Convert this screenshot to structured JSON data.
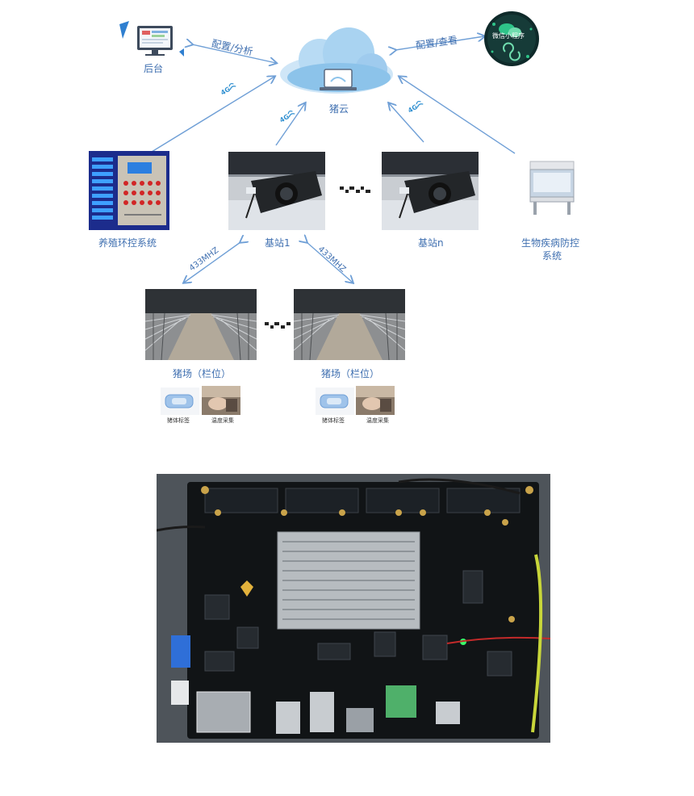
{
  "labels": {
    "backend": "后台",
    "cloud": "猪云",
    "env_control": "养殖环控系统",
    "base1": "基站1",
    "base_n": "基站n",
    "bio": "生物疾病防控",
    "bio2": "系统",
    "farm1": "猪场（栏位）",
    "farm2": "猪场（栏位）",
    "mini_program": "微信小程序",
    "sensor_a1": "猪体标签",
    "sensor_b1": "温度采集",
    "sensor_a2": "猪体标签",
    "sensor_b2": "温度采集"
  },
  "links": {
    "config_analyze": "配置/分析",
    "config_view": "配置/查看",
    "freq_left": "433MHZ",
    "freq_right": "433MHZ",
    "g4_left": "4G",
    "g4_mid": "4G",
    "g4_right": "4G"
  },
  "colors": {
    "arrow": "#6f9fd6",
    "label": "#3f6fb0",
    "cloud_light": "#cfe6f7",
    "cloud_dark": "#8cc3ea",
    "board": "#111416",
    "heatsink": "#b7bcc0"
  },
  "icons": {
    "monitor": "desktop-monitor-icon",
    "cloud": "cloud-server-icon",
    "wechat": "wechat-miniprogram-icon",
    "signal": "4g-signal-icon"
  }
}
